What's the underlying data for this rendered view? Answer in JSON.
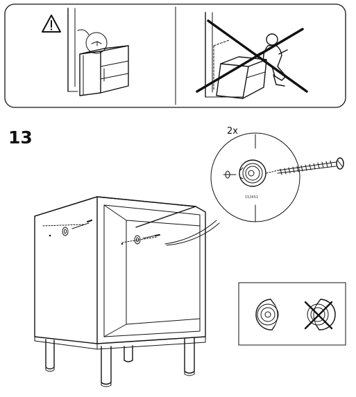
{
  "step": {
    "number": "13"
  },
  "quantity": {
    "label": "2x"
  },
  "part": {
    "number": "152651"
  },
  "warning": {
    "icon": "warning-triangle-icon"
  },
  "colors": {
    "ink": "#111111",
    "background": "#ffffff"
  }
}
